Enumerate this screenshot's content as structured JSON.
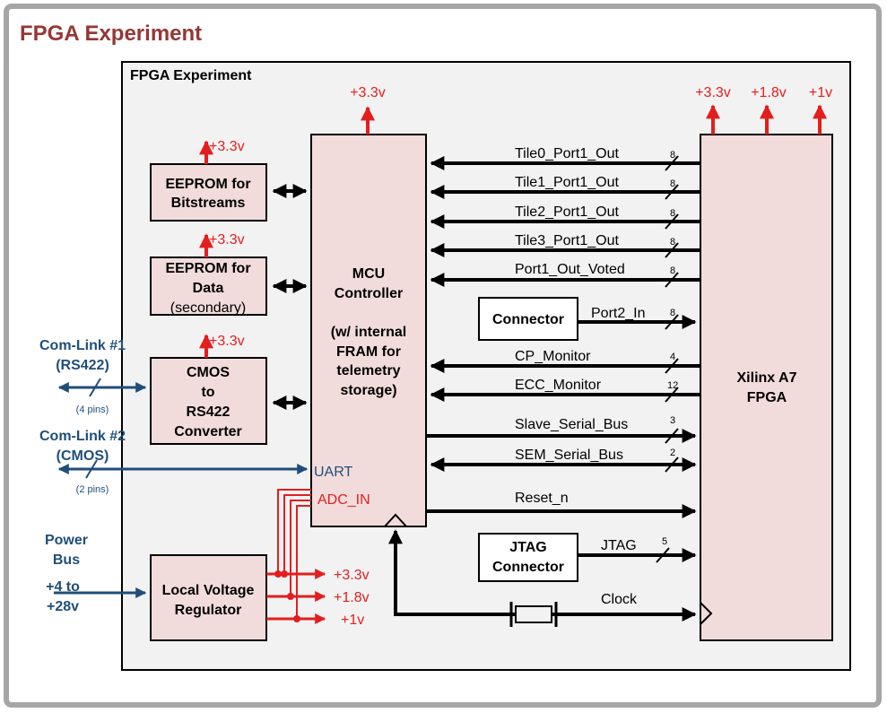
{
  "page": {
    "title": "FPGA Experiment"
  },
  "panel": {
    "title": "FPGA Experiment"
  },
  "blocks": {
    "eeprom_bit": {
      "line1": "EEPROM for",
      "line2": "Bitstreams"
    },
    "eeprom_data": {
      "line1": "EEPROM for",
      "line2": "Data",
      "line3": "(secondary)"
    },
    "cmos": {
      "line1": "CMOS",
      "line2": "to",
      "line3": "RS422",
      "line4": "Converter"
    },
    "regulator": {
      "line1": "Local Voltage",
      "line2": "Regulator"
    },
    "mcu": {
      "line1": "MCU",
      "line2": "Controller",
      "line3": "(w/ internal",
      "line4": "FRAM for",
      "line5": "telemetry",
      "line6": "storage)",
      "uart": "UART",
      "adc": "ADC_IN"
    },
    "connector": {
      "label": "Connector"
    },
    "jtag": {
      "line1": "JTAG",
      "line2": "Connector"
    },
    "fpga": {
      "line1": "Xilinx A7",
      "line2": "FPGA"
    }
  },
  "power": {
    "mcu": "+3.3v",
    "eeprom_bit": "+3.3v",
    "eeprom_data": "+3.3v",
    "cmos": "+3.3v",
    "fpga": [
      "+3.3v",
      "+1.8v",
      "+1v"
    ],
    "regulator_out": [
      "+3.3v",
      "+1.8v",
      "+1v"
    ]
  },
  "signals": [
    {
      "name": "Tile0_Port1_Out",
      "width": "8"
    },
    {
      "name": "Tile1_Port1_Out",
      "width": "8"
    },
    {
      "name": "Tile2_Port1_Out",
      "width": "8"
    },
    {
      "name": "Tile3_Port1_Out",
      "width": "8"
    },
    {
      "name": "Port1_Out_Voted",
      "width": "8"
    },
    {
      "name": "Port2_In",
      "width": "8"
    },
    {
      "name": "CP_Monitor",
      "width": "4"
    },
    {
      "name": "ECC_Monitor",
      "width": "12"
    },
    {
      "name": "Slave_Serial_Bus",
      "width": "3"
    },
    {
      "name": "SEM_Serial_Bus",
      "width": "2"
    },
    {
      "name": "Reset_n",
      "width": ""
    },
    {
      "name": "JTAG",
      "width": "5"
    },
    {
      "name": "Clock",
      "width": ""
    }
  ],
  "external": {
    "com1": {
      "line1": "Com-Link #1",
      "line2": "(RS422)",
      "pins": "(4 pins)"
    },
    "com2": {
      "line1": "Com-Link #2",
      "line2": "(CMOS)",
      "pins": "(2 pins)"
    },
    "power_bus": {
      "line1": "Power",
      "line2": "Bus",
      "line3": "+4 to",
      "line4": "+28v"
    }
  },
  "colors": {
    "title": "#953735",
    "block_fill": "#f2dcdb",
    "power": "#e31e1e",
    "external": "#1f4e79",
    "panel": "#f2f2f2"
  }
}
